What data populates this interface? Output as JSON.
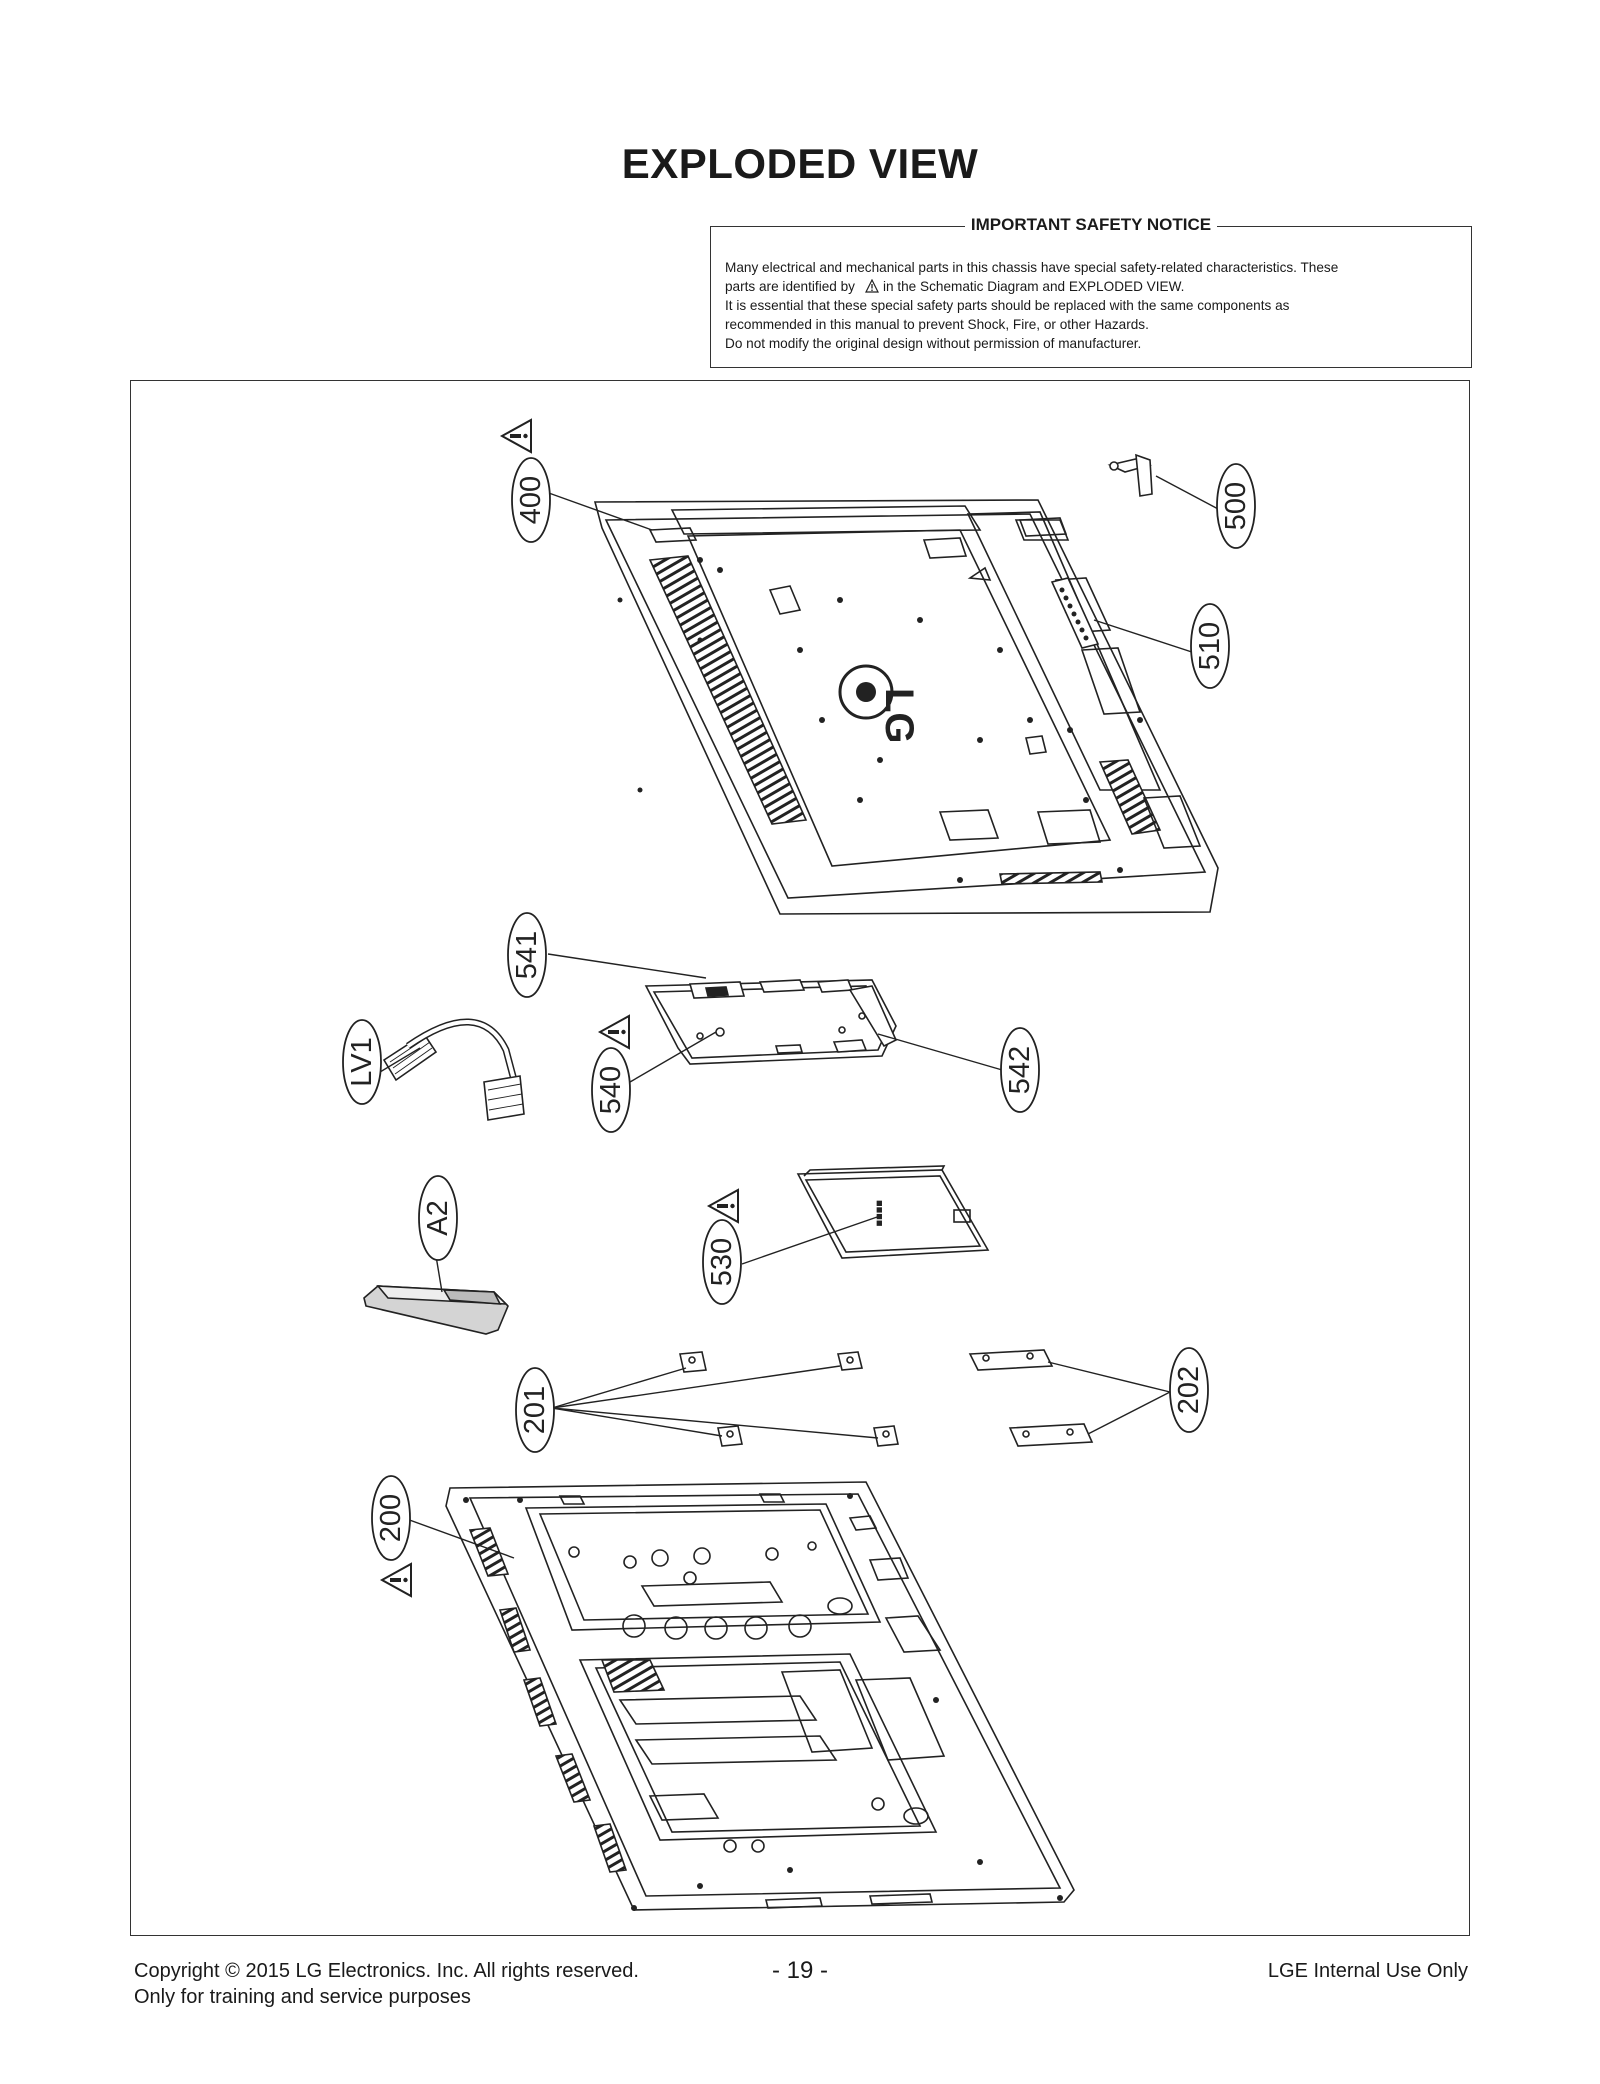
{
  "page": {
    "title": "EXPLODED VIEW"
  },
  "notice": {
    "heading": "IMPORTANT SAFETY NOTICE",
    "line1": "Many electrical and mechanical parts in this chassis have special safety-related characteristics. These",
    "line2a": "parts are identified by",
    "line2b": "in the Schematic Diagram and EXPLODED VIEW.",
    "line3": "It is essential that these special safety parts should be replaced with the same components as",
    "line4": "recommended in this manual to prevent Shock, Fire, or other Hazards.",
    "line5": "Do not modify the original design without permission of manufacturer."
  },
  "callouts": {
    "c400": "400",
    "c500": "500",
    "c510": "510",
    "c541": "541",
    "c540": "540",
    "c542": "542",
    "lv1": "LV1",
    "a2": "A2",
    "c530": "530",
    "c201": "201",
    "c202": "202",
    "c200": "200"
  },
  "labels": {
    "logo": "LG"
  },
  "footer": {
    "copyright": "Copyright  © 2015  LG Electronics. Inc. All rights reserved.",
    "training": "Only for training and service purposes",
    "page_number": "- 19 -",
    "internal": "LGE Internal Use Only"
  }
}
